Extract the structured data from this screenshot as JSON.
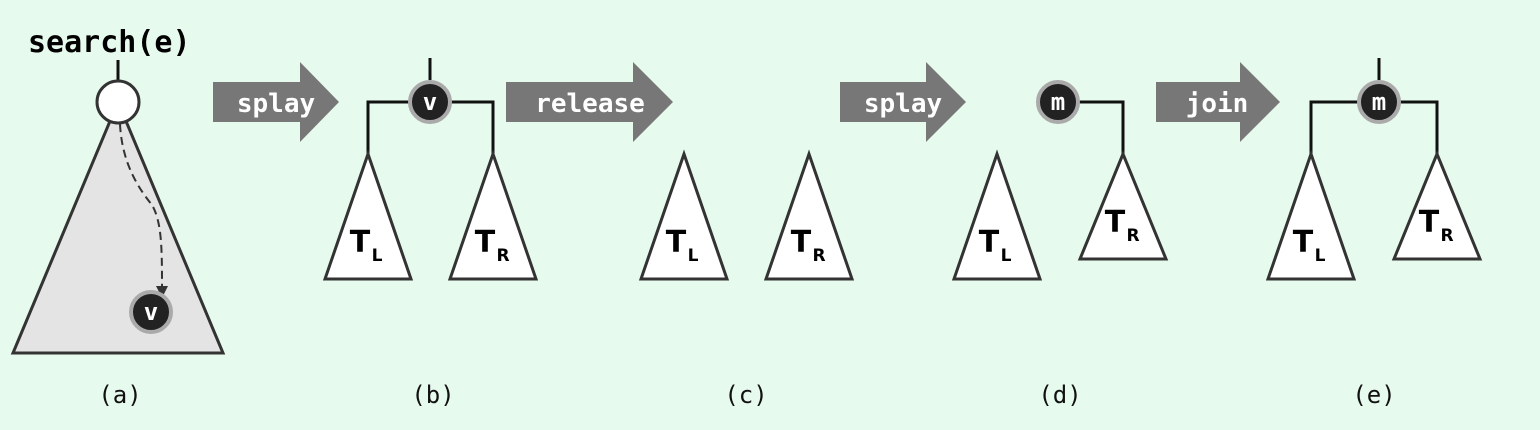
{
  "diagram": {
    "op_label": "search(e)",
    "arrows": {
      "splay1": "splay",
      "release": "release",
      "splay2": "splay",
      "join": "join"
    },
    "nodes": {
      "v": "v",
      "m": "m"
    },
    "subtrees": {
      "T": "T",
      "L": "L",
      "R": "R"
    },
    "captions": {
      "a": "(a)",
      "b": "(b)",
      "c": "(c)",
      "d": "(d)",
      "e": "(e)"
    }
  },
  "colors": {
    "background": "#e7faee",
    "arrow": "#777777",
    "node": "#222222",
    "subtree_fill": "#ffffff",
    "search_tree_fill": "#e4e4e4"
  }
}
